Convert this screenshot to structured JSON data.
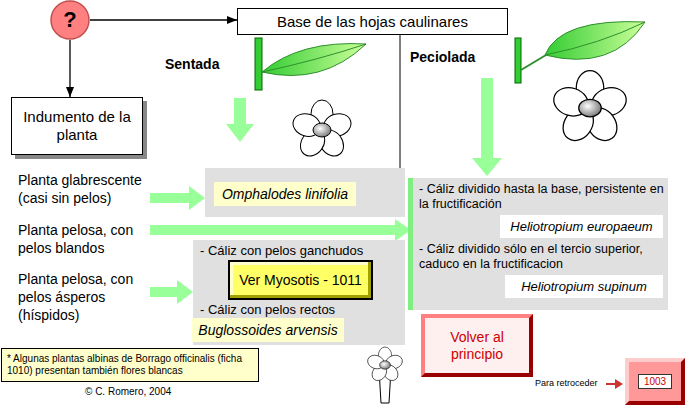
{
  "diagram": {
    "nodes": [
      {
        "text": [
          "?"
        ]
      },
      {
        "text": [
          "Base de las hojas caulinares"
        ]
      },
      {
        "text": [
          "Indumento de la planta"
        ]
      },
      {
        "text": [
          "Omphalodes linifolia"
        ]
      },
      {
        "text": [
          "- Cáliz con pelos ganchudos",
          "- Cáliz con pelos rectos"
        ]
      },
      {
        "text": [
          "Ver Myosotis - 1011"
        ],
        "in": 4
      },
      {
        "text": [
          "Buglossoides arvensis"
        ],
        "in": 4
      },
      {
        "text": [
          "- Cáliz dividido hasta la base, persistente en la fructificación",
          "- Cáliz dividido sólo en el tercio superior, caduco en la fructificacion"
        ]
      },
      {
        "text": [
          "Heliotropium europaeum"
        ],
        "in": 7
      },
      {
        "text": [
          "Heliotropium supinum"
        ],
        "in": 7
      },
      {
        "text": [
          "* Algunas plantas albinas de Borrago officinalis (ficha 1010) presentan también flores blancas"
        ]
      },
      {
        "text": [
          "Volver al principio"
        ]
      },
      {
        "text": [
          "1003"
        ]
      }
    ],
    "edges": [
      {
        "from": 0,
        "to": 1,
        "arrow": "to"
      },
      {
        "from": 0,
        "to": 2,
        "arrow": "to"
      }
    ],
    "labels": [
      "Sentada",
      "Peciolada",
      "Planta glabrescente (casi sin pelos)",
      "Planta pelosa, con pelos blandos",
      "Planta pelosa, con pelos ásperos (híspidos)",
      "© C. Romero, 2004",
      "Para retroceder"
    ]
  }
}
